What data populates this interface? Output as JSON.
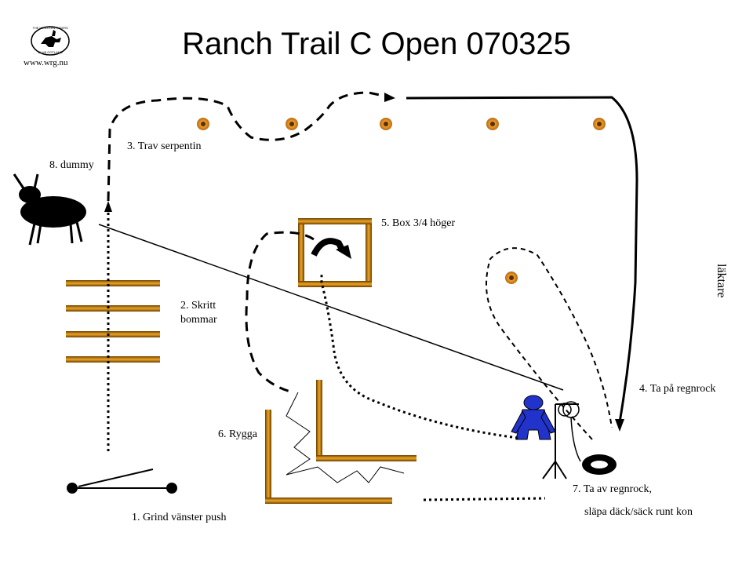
{
  "title": "Ranch Trail C Open 070325",
  "logo": {
    "url": "www.wrg.nu",
    "mark": "THE WESTERN RIDERS CLUB GOTLAND"
  },
  "side_label": "läktare",
  "obstacles": {
    "o1": "1. Grind vänster push",
    "o2a": "2. Skritt",
    "o2b": "bommar",
    "o3": "3. Trav serpentin",
    "o4": "4. Ta på  regnrock",
    "o5": "5. Box 3/4 höger",
    "o6": "6. Rygga",
    "o7a": "7. Ta av regnrock,",
    "o7b": "släpa däck/säck runt kon",
    "o8": "8. dummy"
  },
  "colors": {
    "pole": "#d9901a",
    "pole_dark": "#5a3600",
    "cone": "#e08a18",
    "person": "#2233cc"
  }
}
